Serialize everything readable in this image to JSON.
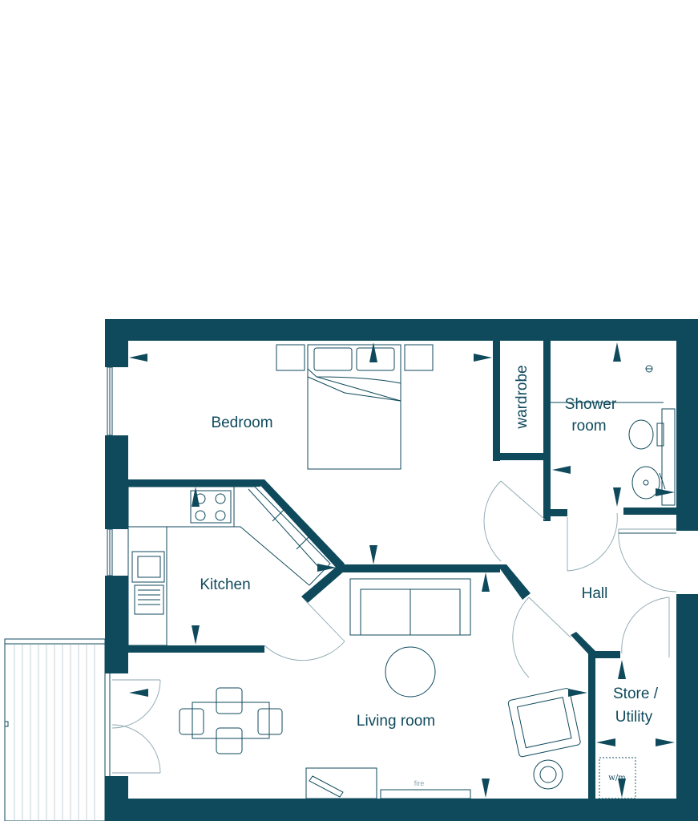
{
  "plan": {
    "rooms": {
      "bedroom": "Bedroom",
      "wardrobe": "wardrobe",
      "shower_line1": "Shower",
      "shower_line2": "room",
      "kitchen": "Kitchen",
      "hall": "Hall",
      "living": "Living room",
      "store_line1": "Store /",
      "store_line2": "Utility"
    },
    "fixtures": {
      "washing_machine": "w/m",
      "fire": "fire"
    },
    "colors": {
      "wall": "#0f4a5c",
      "fixture_line": "#8aa6af",
      "background": "#ffffff"
    }
  }
}
